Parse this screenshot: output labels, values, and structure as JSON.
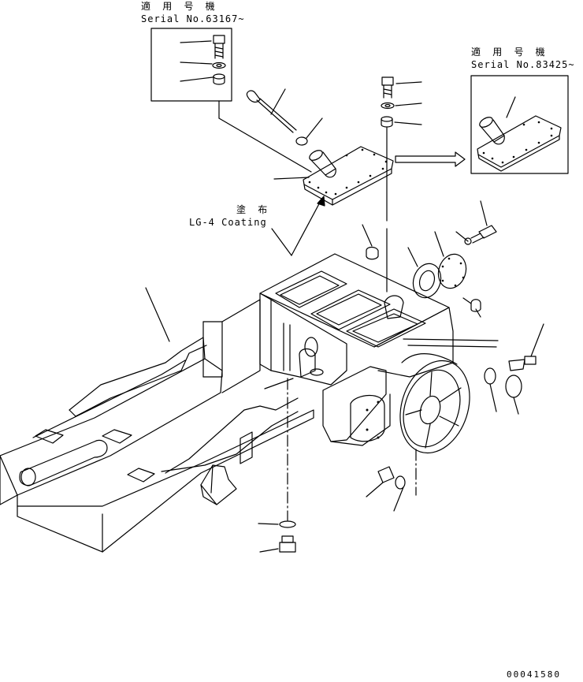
{
  "labels": {
    "applicable_a_jp": "適 用 号 機",
    "serial_a": "Serial No.63167~",
    "applicable_b_jp": "適 用 号 機",
    "serial_b": "Serial No.83425~",
    "coating_jp": "塗 布",
    "coating": "LG-4 Coating",
    "drawing_number": "00041580"
  },
  "colors": {
    "line": "#000000",
    "background": "#ffffff"
  }
}
